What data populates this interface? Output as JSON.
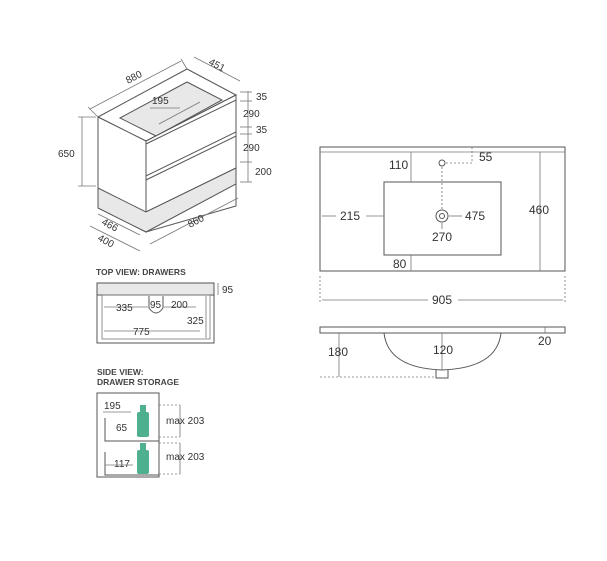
{
  "iso_view": {
    "width_top": "880",
    "depth_top": "451",
    "inner_gap": "195",
    "drawer_gap_top": "35",
    "drawer_height_top": "290",
    "drawer_gap_mid": "35",
    "drawer_height_bottom": "290",
    "kick_height": "200",
    "total_height": "650",
    "base_depth_inner": "466",
    "base_depth_outer": "400",
    "base_width": "860"
  },
  "top_view": {
    "heading": "TOP VIEW: DRAWERS",
    "side_depth": "95",
    "left_width": "335",
    "cutout_width": "95",
    "right_width": "200",
    "inner_depth": "325",
    "inner_width": "775"
  },
  "side_view": {
    "heading_line1": "SIDE VIEW:",
    "heading_line2": "DRAWER STORAGE",
    "upper_depth": "195",
    "upper_inner": "65",
    "upper_max": "max 203",
    "lower_inner": "117",
    "lower_max": "max 203",
    "bottle_color": "#4fb08f"
  },
  "basin_plan": {
    "tap_offset": "110",
    "tap_hole": "55",
    "left_margin": "215",
    "bowl_right": "475",
    "total_depth": "460",
    "bowl_depth": "270",
    "front_margin": "80",
    "overall_width": "905"
  },
  "basin_section": {
    "drop": "180",
    "bowl_depth": "120",
    "top_thickness": "20"
  }
}
